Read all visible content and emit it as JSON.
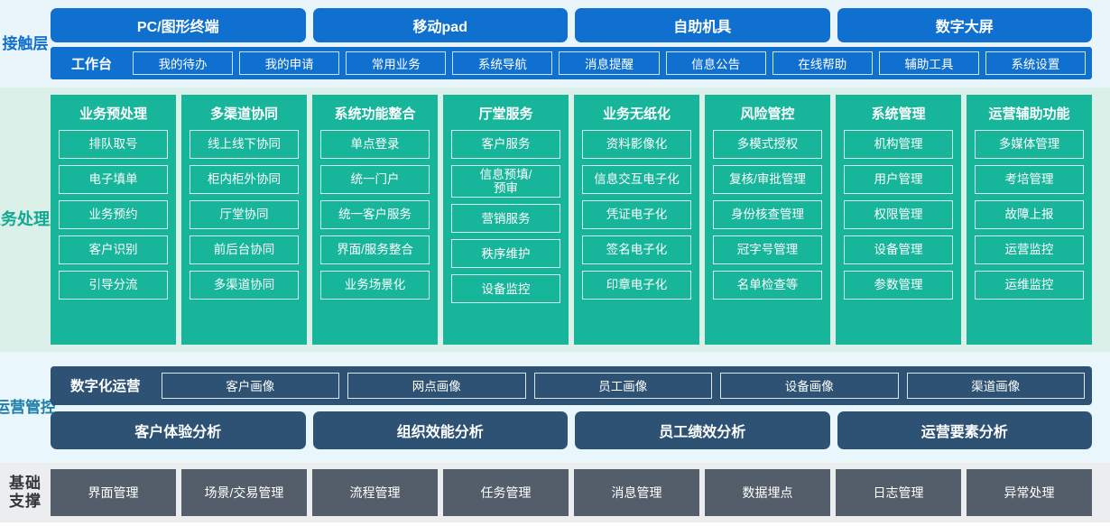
{
  "layers": {
    "contact": {
      "label": "接触层",
      "channels": [
        {
          "label": "PC/图形终端"
        },
        {
          "label": "移动pad"
        },
        {
          "label": "自助机具"
        },
        {
          "label": "数字大屏"
        }
      ],
      "workbench_title": "工作台",
      "functions": [
        {
          "label": "我的待办"
        },
        {
          "label": "我的申请"
        },
        {
          "label": "常用业务"
        },
        {
          "label": "系统导航"
        },
        {
          "label": "消息提醒"
        },
        {
          "label": "信息公告"
        },
        {
          "label": "在线帮助"
        },
        {
          "label": "辅助工具"
        },
        {
          "label": "系统设置"
        }
      ]
    },
    "business": {
      "label": "业务处理层",
      "columns": [
        {
          "title": "业务预处理",
          "items": [
            "排队取号",
            "电子填单",
            "业务预约",
            "客户识别",
            "引导分流"
          ]
        },
        {
          "title": "多渠道协同",
          "items": [
            "线上线下协同",
            "柜内柜外协同",
            "厅堂协同",
            "前后台协同",
            "多渠道协同"
          ]
        },
        {
          "title": "系统功能整合",
          "items": [
            "单点登录",
            "统一门户",
            "统一客户服务",
            "界面/服务整合",
            "业务场景化"
          ]
        },
        {
          "title": "厅堂服务",
          "items": [
            "客户服务",
            "信息预填/\n预审",
            "营销服务",
            "秩序维护",
            "设备监控"
          ]
        },
        {
          "title": "业务无纸化",
          "items": [
            "资料影像化",
            "信息交互电子化",
            "凭证电子化",
            "签名电子化",
            "印章电子化"
          ]
        },
        {
          "title": "风险管控",
          "items": [
            "多模式授权",
            "复核/审批管理",
            "身份核查管理",
            "冠字号管理",
            "名单检查等"
          ]
        },
        {
          "title": "系统管理",
          "items": [
            "机构管理",
            "用户管理",
            "权限管理",
            "设备管理",
            "参数管理"
          ]
        },
        {
          "title": "运营辅助功能",
          "items": [
            "多媒体管理",
            "考培管理",
            "故障上报",
            "运营监控",
            "运维监控"
          ]
        }
      ]
    },
    "operations": {
      "label": "运营管控",
      "digital_title": "数字化运营",
      "portraits": [
        {
          "label": "客户画像"
        },
        {
          "label": "网点画像"
        },
        {
          "label": "员工画像"
        },
        {
          "label": "设备画像"
        },
        {
          "label": "渠道画像"
        }
      ],
      "analyses": [
        {
          "label": "客户体验分析"
        },
        {
          "label": "组织效能分析"
        },
        {
          "label": "员工绩效分析"
        },
        {
          "label": "运营要素分析"
        }
      ]
    },
    "foundation": {
      "label": "基础支撑",
      "label_lines": [
        "基础",
        "支撑"
      ],
      "items": [
        {
          "label": "界面管理"
        },
        {
          "label": "场景/交易管理"
        },
        {
          "label": "流程管理"
        },
        {
          "label": "任务管理"
        },
        {
          "label": "消息管理"
        },
        {
          "label": "数据埋点"
        },
        {
          "label": "日志管理"
        },
        {
          "label": "异常处理"
        }
      ]
    }
  },
  "colors": {
    "contact_blue": "#1070d0",
    "contact_bg": "#eaf5fb",
    "business_teal": "#17b69b",
    "business_bg": "#dcf0ea",
    "business_label": "#13a98f",
    "ops_navy": "#2d5273",
    "ops_bg": "#e9f6fb",
    "base_gray": "#545e6b",
    "base_bg": "#ecedee"
  }
}
